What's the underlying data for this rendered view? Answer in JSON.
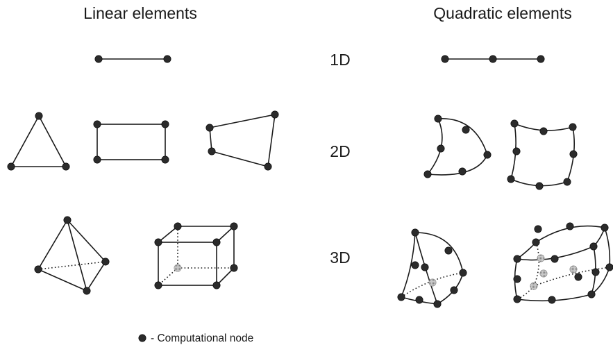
{
  "headings": {
    "linear": "Linear elements",
    "quadratic": "Quadratic elements"
  },
  "dimensions": {
    "one_d": "1D",
    "two_d": "2D",
    "three_d": "3D"
  },
  "legend": {
    "text": "- Computational node"
  },
  "colors": {
    "node": "#2b2b2b",
    "hidden_node": "#a8a8a8",
    "edge": "#1a1a1a"
  }
}
